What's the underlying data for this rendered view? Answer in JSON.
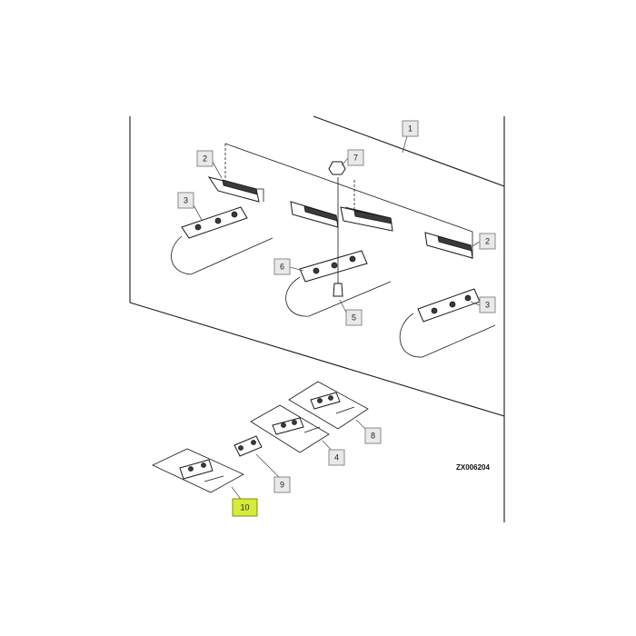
{
  "figure": {
    "reference_code": "ZX006204",
    "highlight_color": "#d6ec3a",
    "callouts": [
      {
        "id": "c1",
        "label": "1",
        "highlighted": false
      },
      {
        "id": "c2a",
        "label": "2",
        "highlighted": false
      },
      {
        "id": "c2b",
        "label": "2",
        "highlighted": false
      },
      {
        "id": "c3a",
        "label": "3",
        "highlighted": false
      },
      {
        "id": "c3b",
        "label": "3",
        "highlighted": false
      },
      {
        "id": "c4",
        "label": "4",
        "highlighted": false
      },
      {
        "id": "c5",
        "label": "5",
        "highlighted": false
      },
      {
        "id": "c6",
        "label": "6",
        "highlighted": false
      },
      {
        "id": "c7",
        "label": "7",
        "highlighted": false
      },
      {
        "id": "c8",
        "label": "8",
        "highlighted": false
      },
      {
        "id": "c9",
        "label": "9",
        "highlighted": false
      },
      {
        "id": "c10",
        "label": "10",
        "highlighted": true
      }
    ]
  }
}
